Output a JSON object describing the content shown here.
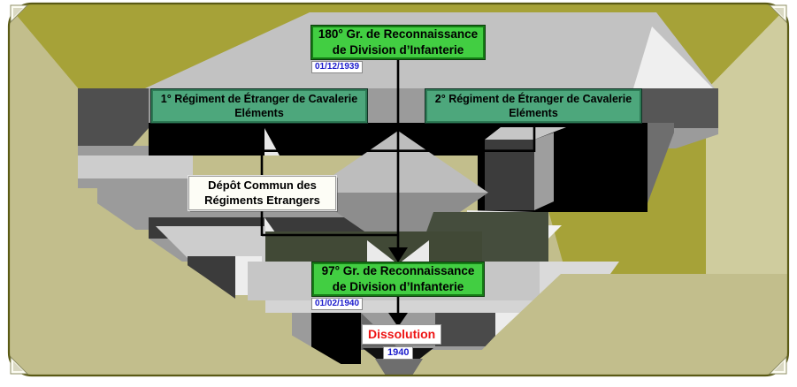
{
  "nodes": {
    "grdi180": {
      "line1": "180° Gr. de Reconnaissance",
      "line2": "de Division d’Infanterie",
      "date": "01/12/1939"
    },
    "rec1": {
      "line1": "1° Régiment de Étranger de Cavalerie",
      "line2": "Eléments"
    },
    "rec2": {
      "line1": "2° Régiment de Étranger de Cavalerie",
      "line2": "Eléments"
    },
    "depot": {
      "line1": "Dépôt Commun des",
      "line2": "Régiments Etrangers"
    },
    "grdi97": {
      "line1": "97° Gr. de Reconnaissance",
      "line2": "de Division d’Infanterie",
      "date": "01/02/1940"
    },
    "dissolution": {
      "label": "Dissolution",
      "date": "1940"
    }
  },
  "colors": {
    "bright_green": "#42ce42",
    "sea_green": "#4da77c",
    "khaki_light": "#c2be8c",
    "khaki_dark": "#a6a238",
    "khaki_pale": "#cfcc9e",
    "date_blue": "#1d1dcc",
    "dissolution_red": "#ee1414",
    "connector_black": "#000000"
  }
}
